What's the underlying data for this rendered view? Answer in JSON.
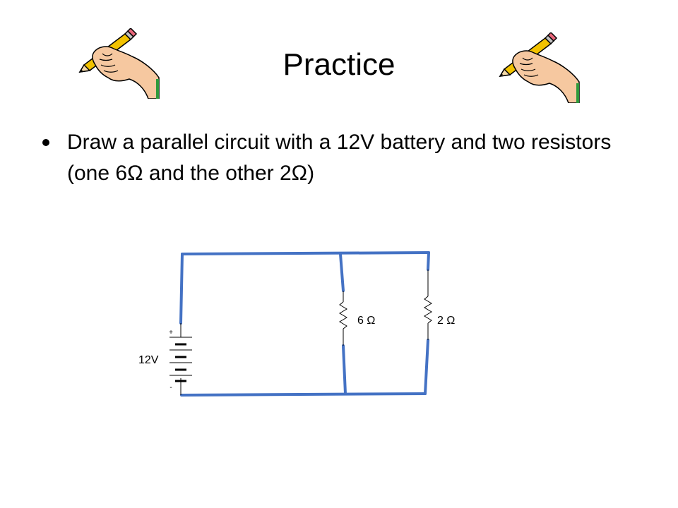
{
  "slide": {
    "title": "Practice",
    "bullets": [
      "Draw a parallel circuit with a 12V battery and two resistors (one 6Ω and the other 2Ω)"
    ]
  },
  "decorations": {
    "left_icon": "hand-writing-pencil-icon",
    "right_icon": "hand-writing-pencil-icon"
  },
  "circuit": {
    "battery_label": "12V",
    "battery_plus": "+",
    "battery_minus": "-",
    "resistors": [
      {
        "label": "6 Ω"
      },
      {
        "label": "2 Ω"
      }
    ],
    "wire_color": "#4472c4"
  }
}
